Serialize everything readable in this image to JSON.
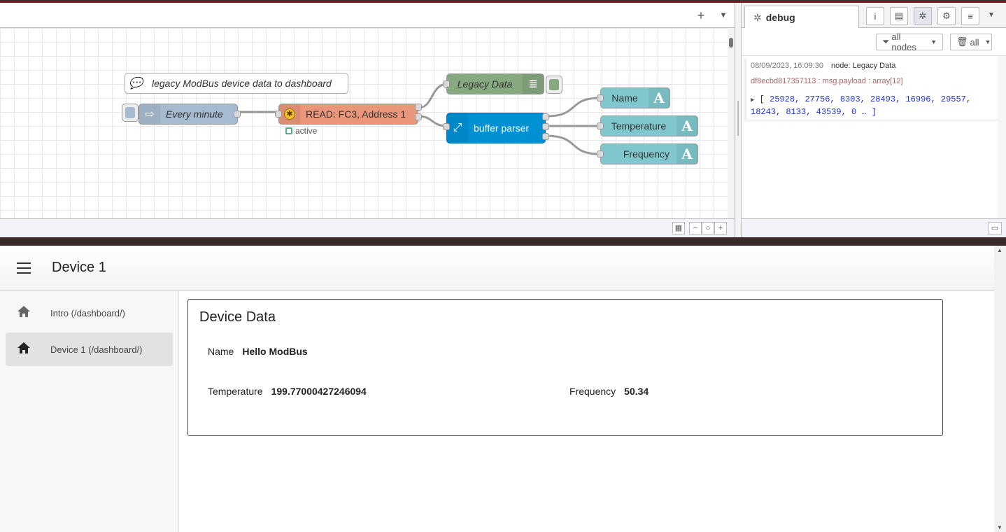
{
  "editor": {
    "comment": "legacy ModBus device data to dashboard",
    "nodes": {
      "inject": "Every minute",
      "modbus_read": "READ: FC3, Address 1",
      "modbus_status": "active",
      "debug": "Legacy Data",
      "function": "buffer parser",
      "text_name": "Name",
      "text_temperature": "Temperature",
      "text_frequency": "Frequency"
    },
    "colors": {
      "inject": "#a6bbcf",
      "modbus": "#e9967a",
      "debug": "#87a980",
      "function": "#0090d4",
      "ui_text": "#7fc7cc"
    }
  },
  "sidebar": {
    "tab_label": "debug",
    "filter_nodes": "all nodes",
    "filter_clear": "all",
    "message": {
      "timestamp": "08/09/2023, 16:09:30",
      "node": "node: Legacy Data",
      "path": "df8ecbd817357113 : msg.payload : array[12]",
      "value_line1": "25928, 27756, 8303, 28493, 16996, 29557,",
      "value_line2": "18243, 8133, 43539, 0 … ]",
      "open_bracket": "[ "
    }
  },
  "dashboard": {
    "title": "Device 1",
    "nav": [
      {
        "label": "Intro (/dashboard/)"
      },
      {
        "label": "Device 1 (/dashboard/)"
      }
    ],
    "card": {
      "title": "Device Data",
      "name_label": "Name",
      "name_value": "Hello ModBus",
      "temperature_label": "Temperature",
      "temperature_value": "199.77000427246094",
      "frequency_label": "Frequency",
      "frequency_value": "50.34"
    }
  }
}
